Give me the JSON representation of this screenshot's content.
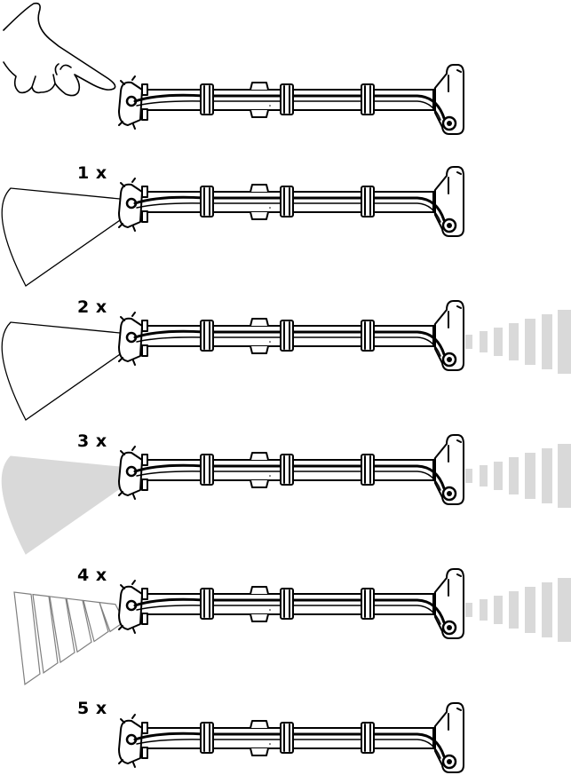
{
  "steps": [
    {
      "label": "",
      "pointer": true,
      "left_beam": "none",
      "right_beam": false
    },
    {
      "label": "1 x",
      "pointer": false,
      "left_beam": "outline",
      "right_beam": false
    },
    {
      "label": "2 x",
      "pointer": false,
      "left_beam": "outline",
      "right_beam": true
    },
    {
      "label": "3 x",
      "pointer": false,
      "left_beam": "filled",
      "right_beam": true
    },
    {
      "label": "4 x",
      "pointer": false,
      "left_beam": "striped",
      "right_beam": true
    },
    {
      "label": "5 x",
      "pointer": false,
      "left_beam": "none",
      "right_beam": false
    }
  ],
  "colors": {
    "line": "#000000",
    "beam_fill": "#d9d9d9",
    "beam_stroke": "#7f7f7f"
  }
}
